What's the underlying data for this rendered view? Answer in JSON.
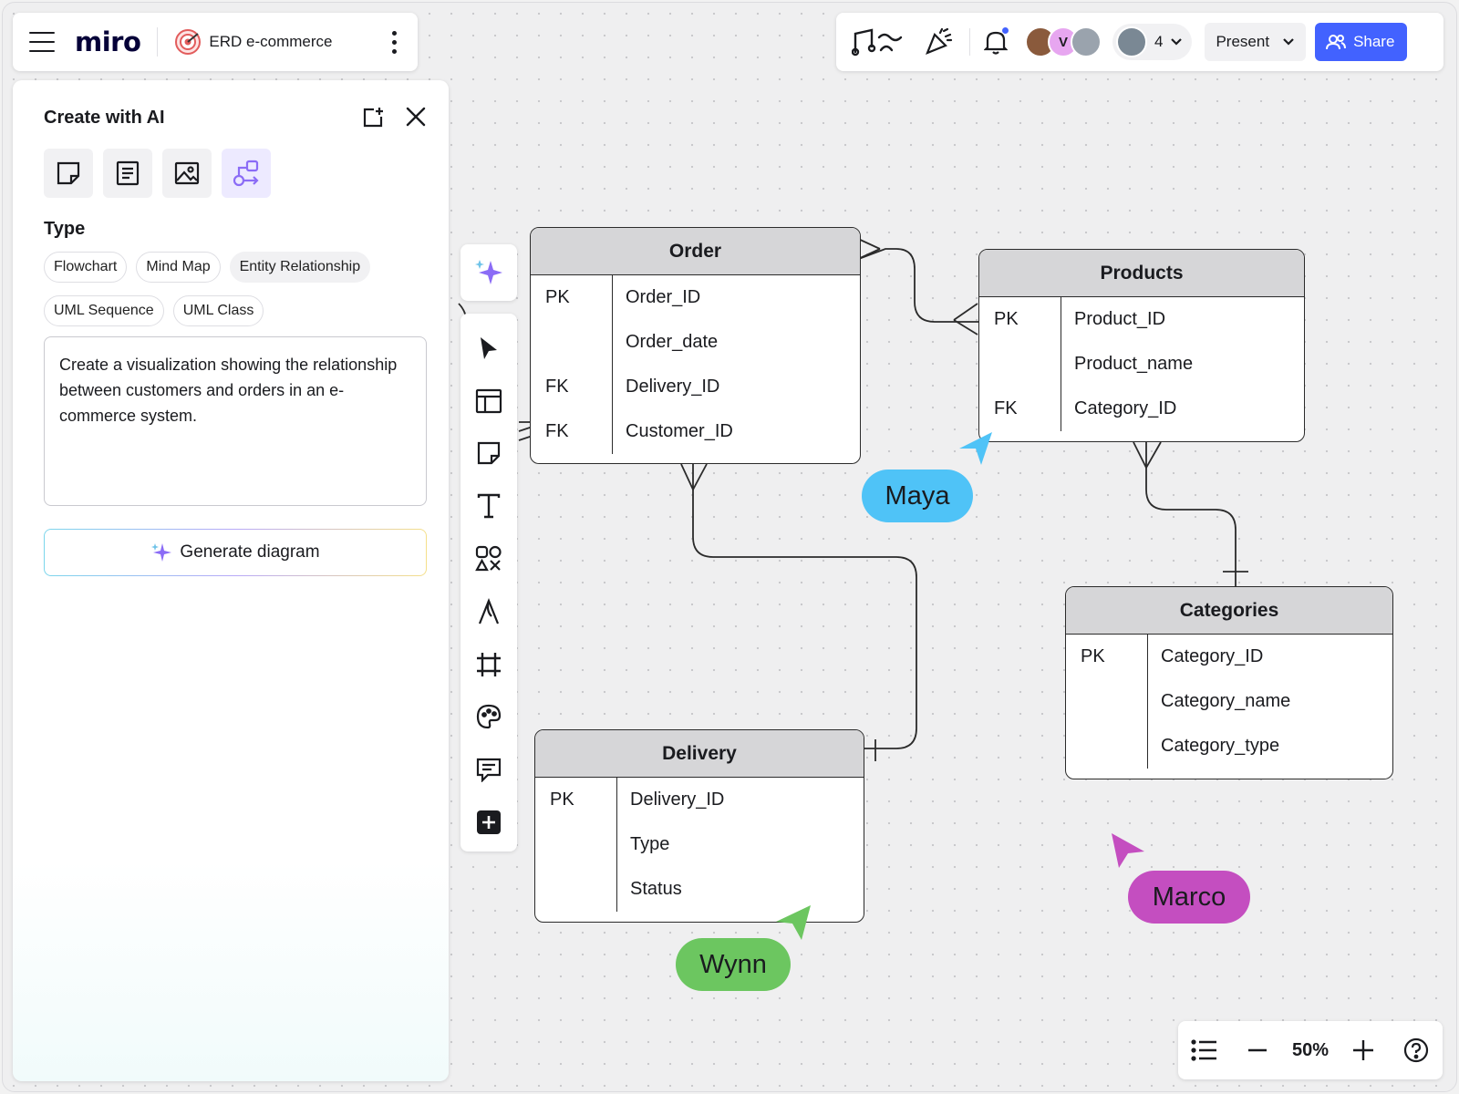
{
  "header": {
    "logo": "miro",
    "board_title": "ERD e-commerce",
    "user_count": "4",
    "present_label": "Present",
    "share_label": "Share",
    "avatar_initial": "V"
  },
  "ai_panel": {
    "title": "Create with AI",
    "type_label": "Type",
    "types": [
      "Flowchart",
      "Mind Map",
      "Entity Relationship",
      "UML Sequence",
      "UML Class"
    ],
    "selected_type": "Entity Relationship",
    "prompt": "Create a visualization showing the relationship between customers and orders in an e-commerce system.",
    "generate_label": "Generate diagram"
  },
  "tables": {
    "order": {
      "title": "Order",
      "rows": [
        {
          "key": "PK",
          "field": "Order_ID"
        },
        {
          "key": "",
          "field": "Order_date"
        },
        {
          "key": "FK",
          "field": "Delivery_ID"
        },
        {
          "key": "FK",
          "field": "Customer_ID"
        }
      ]
    },
    "products": {
      "title": "Products",
      "rows": [
        {
          "key": "PK",
          "field": "Product_ID"
        },
        {
          "key": "",
          "field": "Product_name"
        },
        {
          "key": "FK",
          "field": "Category_ID"
        }
      ]
    },
    "categories": {
      "title": "Categories",
      "rows": [
        {
          "key": "PK",
          "field": "Category_ID"
        },
        {
          "key": "",
          "field": "Category_name"
        },
        {
          "key": "",
          "field": "Category_type"
        }
      ]
    },
    "delivery": {
      "title": "Delivery",
      "rows": [
        {
          "key": "PK",
          "field": "Delivery_ID"
        },
        {
          "key": "",
          "field": "Type"
        },
        {
          "key": "",
          "field": "Status"
        }
      ]
    }
  },
  "cursors": {
    "maya": {
      "name": "Maya",
      "color": "#4fc3f7"
    },
    "marco": {
      "name": "Marco",
      "color": "#c44ec0"
    },
    "wynn": {
      "name": "Wynn",
      "color": "#6cc660"
    }
  },
  "zoom": {
    "value": "50%"
  },
  "colors": {
    "accent": "#4262ff",
    "ai_purple": "#8b6cf6"
  }
}
